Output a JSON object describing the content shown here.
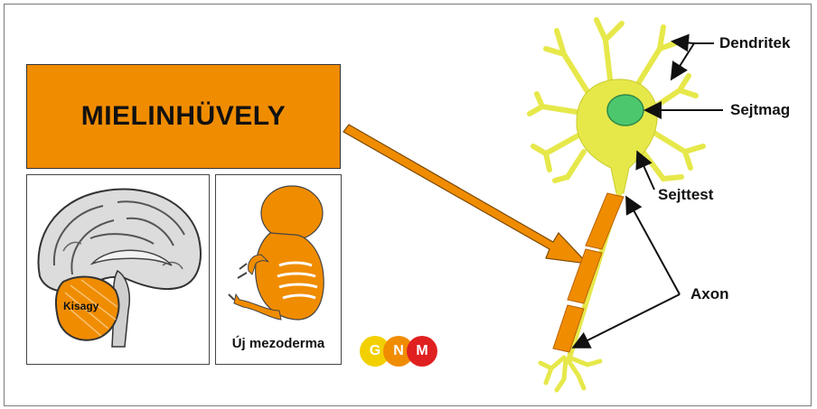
{
  "title": "MIELINHÜVELY",
  "brain_label": "Kisagy",
  "embryo_caption": "Új mezoderma",
  "logo": {
    "letters": [
      "G",
      "N",
      "M"
    ],
    "colors": [
      "#f2d000",
      "#f08c00",
      "#e02020"
    ]
  },
  "labels": {
    "dendrites": "Dendritek",
    "nucleus": "Sejtmag",
    "cell_body": "Sejttest",
    "axon": "Axon"
  },
  "colors": {
    "accent": "#f08c00",
    "neuron": "#e6e84a",
    "nucleus": "#4cc76e"
  }
}
